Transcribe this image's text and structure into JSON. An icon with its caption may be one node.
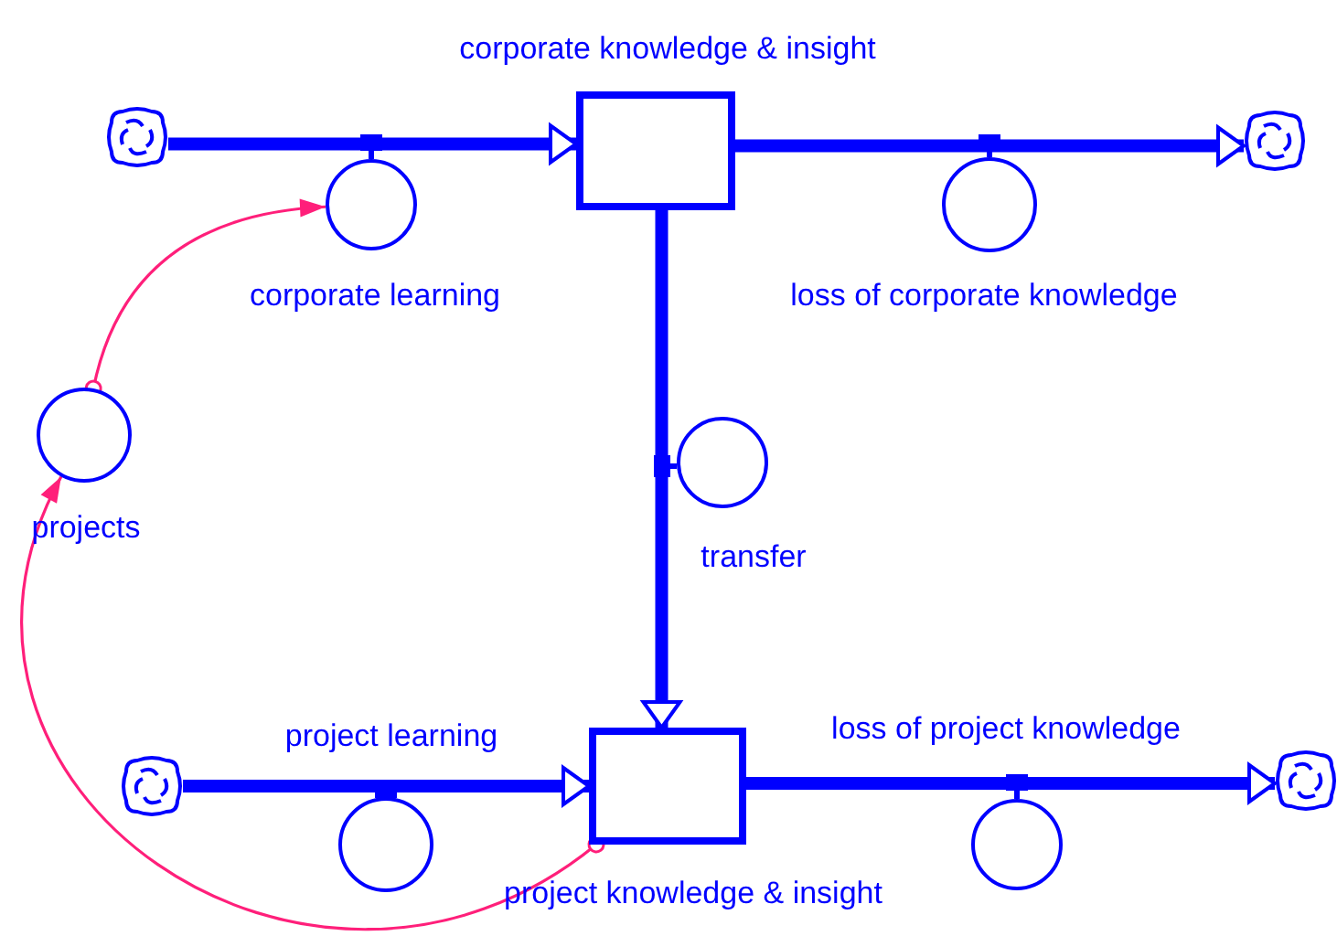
{
  "diagram": {
    "nodes": [
      {
        "text": [],
        "shape": "cloud"
      },
      {
        "text": [
          "corporate knowledge & insight"
        ]
      },
      {
        "text": [],
        "shape": "cloud"
      },
      {
        "text": [
          "corporate learning"
        ]
      },
      {
        "text": [
          "loss of corporate knowledge"
        ]
      },
      {
        "text": [
          "transfer"
        ]
      },
      {
        "text": [
          "projects"
        ]
      },
      {
        "text": [],
        "shape": "cloud"
      },
      {
        "text": [
          "project knowledge & insight"
        ]
      },
      {
        "text": [],
        "shape": "cloud"
      },
      {
        "text": [
          "project learning"
        ]
      },
      {
        "text": [
          "loss of project knowledge"
        ]
      }
    ],
    "edges": [
      {
        "from": 0,
        "to": 1,
        "arrow": "to",
        "style": "thick"
      },
      {
        "from": 1,
        "to": 2,
        "arrow": "to",
        "style": "thick"
      },
      {
        "from": 1,
        "to": 8,
        "arrow": "to",
        "style": "thick"
      },
      {
        "from": 7,
        "to": 8,
        "arrow": "to",
        "style": "thick"
      },
      {
        "from": 8,
        "to": 9,
        "arrow": "to",
        "style": "thick"
      },
      {
        "from": 6,
        "to": 3,
        "arrow": "to",
        "color": "#ff1f7a"
      },
      {
        "from": 8,
        "to": 6,
        "arrow": "to",
        "color": "#ff1f7a"
      },
      {
        "from": 3,
        "to": null,
        "arrow": "other"
      },
      {
        "from": 4,
        "to": null,
        "arrow": "other"
      },
      {
        "from": 5,
        "to": null,
        "arrow": "other"
      },
      {
        "from": 10,
        "to": null,
        "arrow": "other"
      },
      {
        "from": 11,
        "to": null,
        "arrow": "other"
      }
    ]
  }
}
